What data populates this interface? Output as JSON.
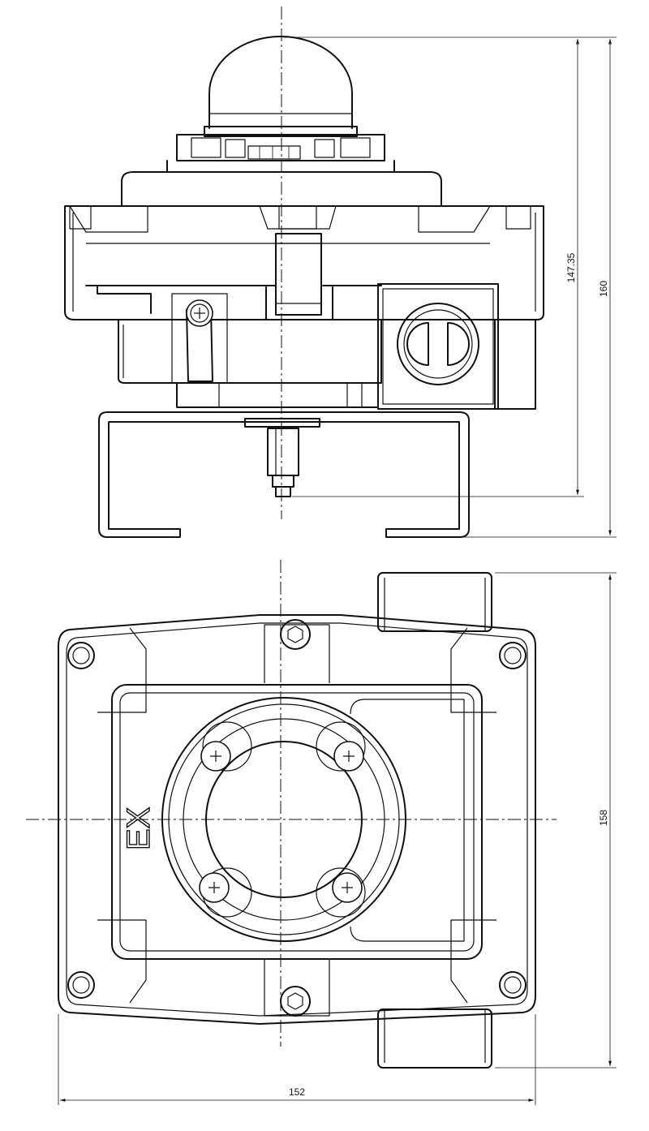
{
  "dimensions": {
    "side_height_inner": "147.35",
    "side_height_total": "160",
    "top_height": "158",
    "top_width": "152"
  },
  "marking": {
    "ex_label": "EX"
  }
}
